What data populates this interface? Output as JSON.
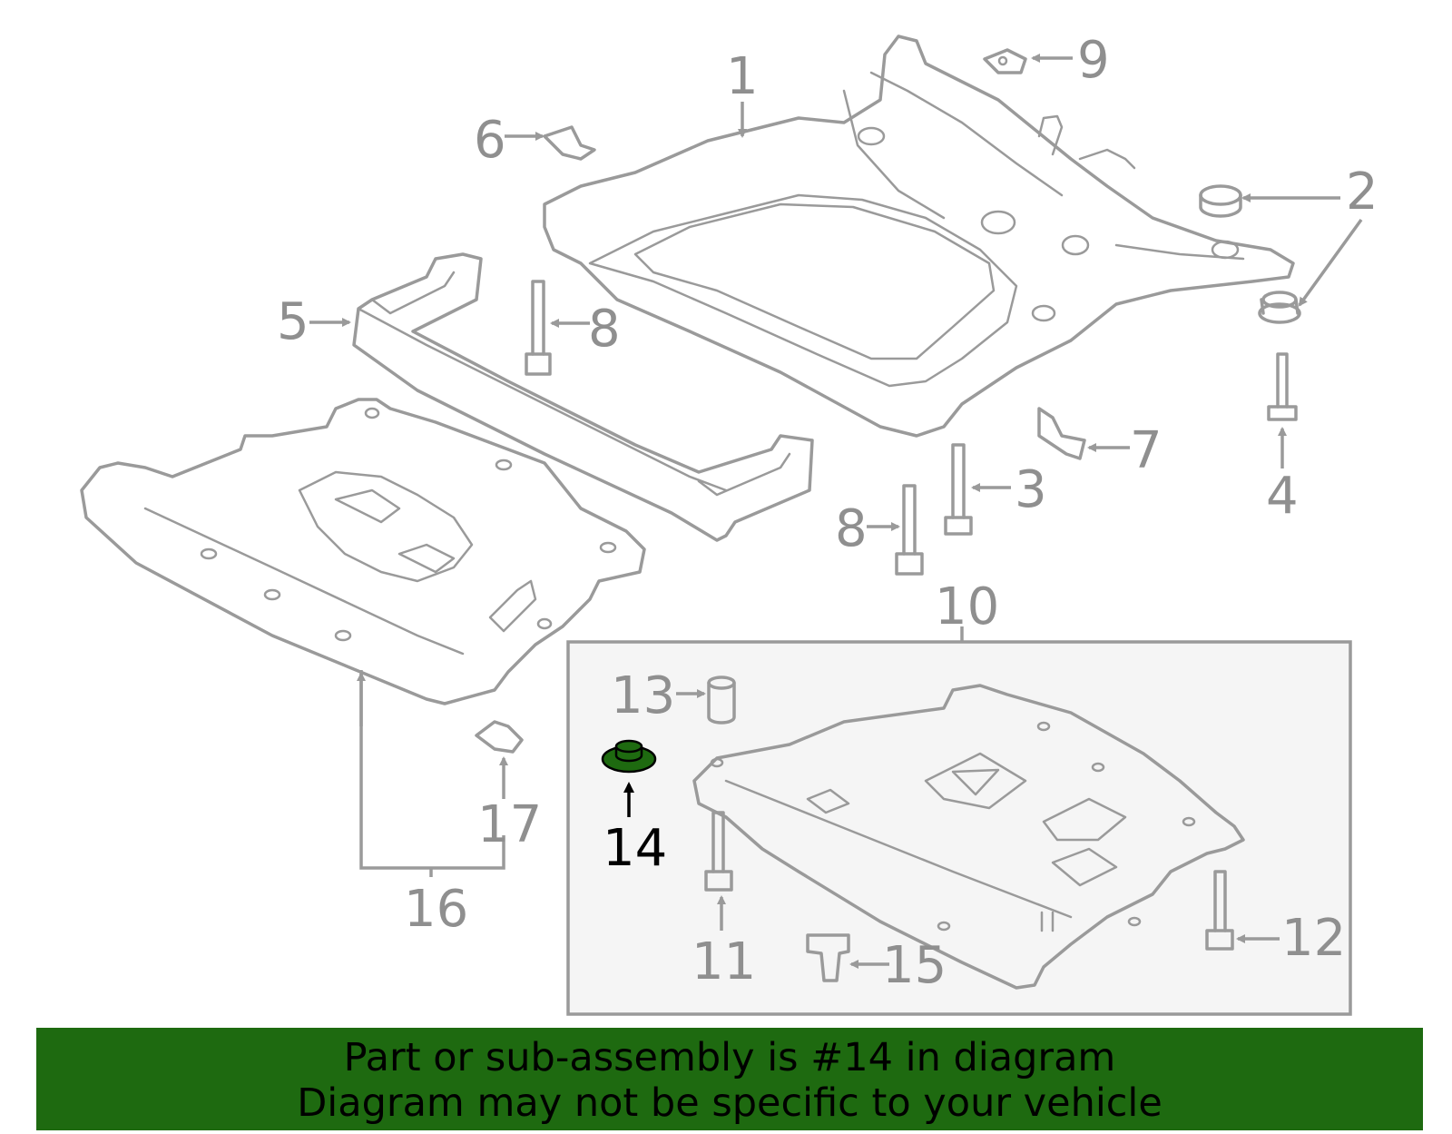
{
  "callouts": {
    "c1": "1",
    "c2": "2",
    "c3": "3",
    "c4": "4",
    "c5": "5",
    "c6": "6",
    "c7": "7",
    "c8a": "8",
    "c8b": "8",
    "c9": "9",
    "c10": "10",
    "c11": "11",
    "c12": "12",
    "c13": "13",
    "c14": "14",
    "c15": "15",
    "c16": "16",
    "c17": "17"
  },
  "highlight": {
    "part": "14",
    "color": "#1e6a10"
  },
  "banner": {
    "line1": "Part or sub-assembly is #14 in diagram",
    "line2": "Diagram may not be specific to your vehicle"
  }
}
